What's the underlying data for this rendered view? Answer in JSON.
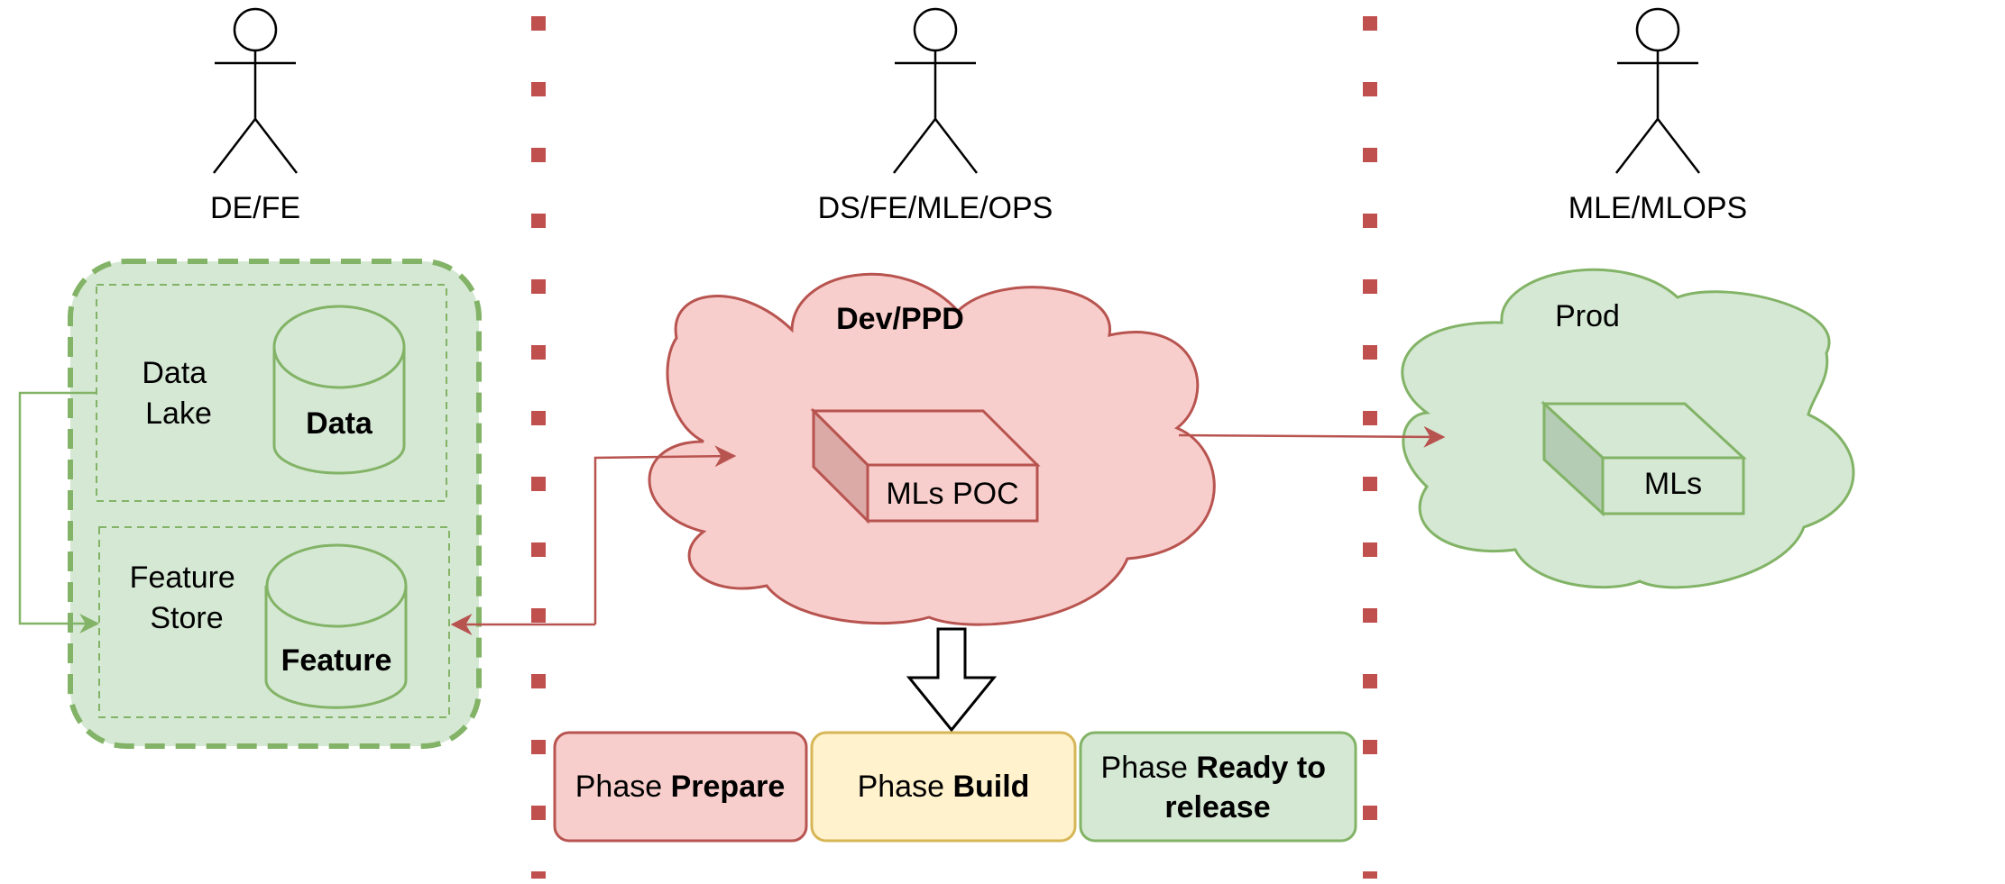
{
  "actors": {
    "left": "DE/FE",
    "middle": "DS/FE/MLE/OPS",
    "right": "MLE/MLOPS"
  },
  "left_group": {
    "data_lake_line1": "Data",
    "data_lake_line2": "Lake",
    "data_db": "Data",
    "feature_store_line1": "Feature",
    "feature_store_line2": "Store",
    "feature_db": "Feature"
  },
  "dev_cloud": {
    "label": "Dev/PPD",
    "box": "MLs POC"
  },
  "prod_cloud": {
    "label": "Prod",
    "box": "MLs"
  },
  "phases": {
    "prepare": {
      "prefix": "Phase ",
      "bold": "Prepare"
    },
    "build": {
      "prefix": "Phase ",
      "bold": "Build"
    },
    "release": {
      "prefix": "Phase ",
      "bold_line1": "Ready to",
      "bold_line2": "release"
    }
  },
  "colors": {
    "green_fill": "#d5e8d4",
    "green_stroke": "#82b366",
    "red_fill": "#f8cecc",
    "red_stroke": "#b85450",
    "yellow_fill": "#fff2cc",
    "yellow_stroke": "#d6b656",
    "divider": "#c0504d"
  }
}
